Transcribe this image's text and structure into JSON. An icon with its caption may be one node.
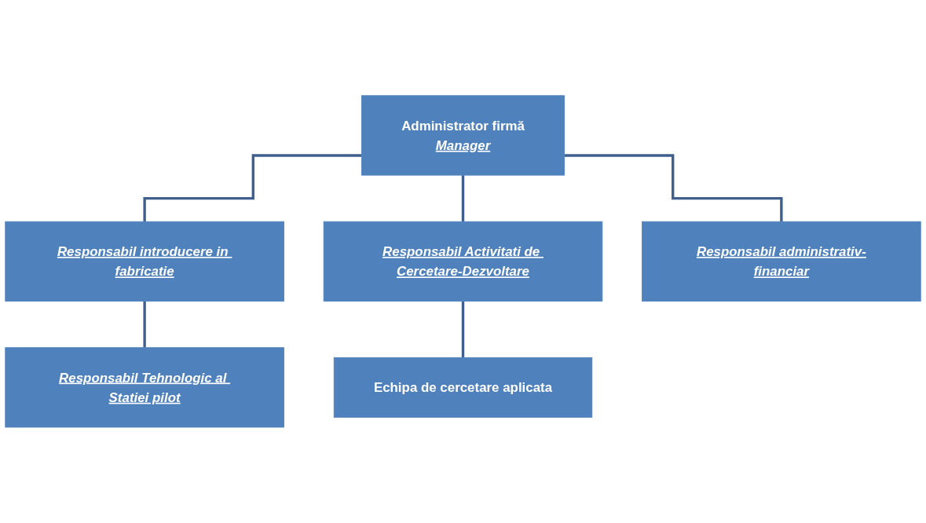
{
  "diagram": {
    "nodes": [
      {
        "text": [
          "Administrator firmă",
          "Manager"
        ]
      },
      {
        "text": [
          "Responsabil introducere in fabricatie"
        ]
      },
      {
        "text": [
          "Responsabil Activitati de Cercetare-Dezvoltare"
        ]
      },
      {
        "text": [
          "Responsabil administrativ-financiar"
        ]
      },
      {
        "text": [
          "Responsabil Tehnologic al Statiei pilot"
        ]
      },
      {
        "text": [
          "Echipa de cercetare aplicata"
        ]
      }
    ],
    "edges": [
      {
        "from": 0,
        "to": 1,
        "arrow": "none"
      },
      {
        "from": 0,
        "to": 2,
        "arrow": "none"
      },
      {
        "from": 0,
        "to": 3,
        "arrow": "none"
      },
      {
        "from": 1,
        "to": 4,
        "arrow": "none"
      },
      {
        "from": 2,
        "to": 5,
        "arrow": "none"
      }
    ]
  }
}
